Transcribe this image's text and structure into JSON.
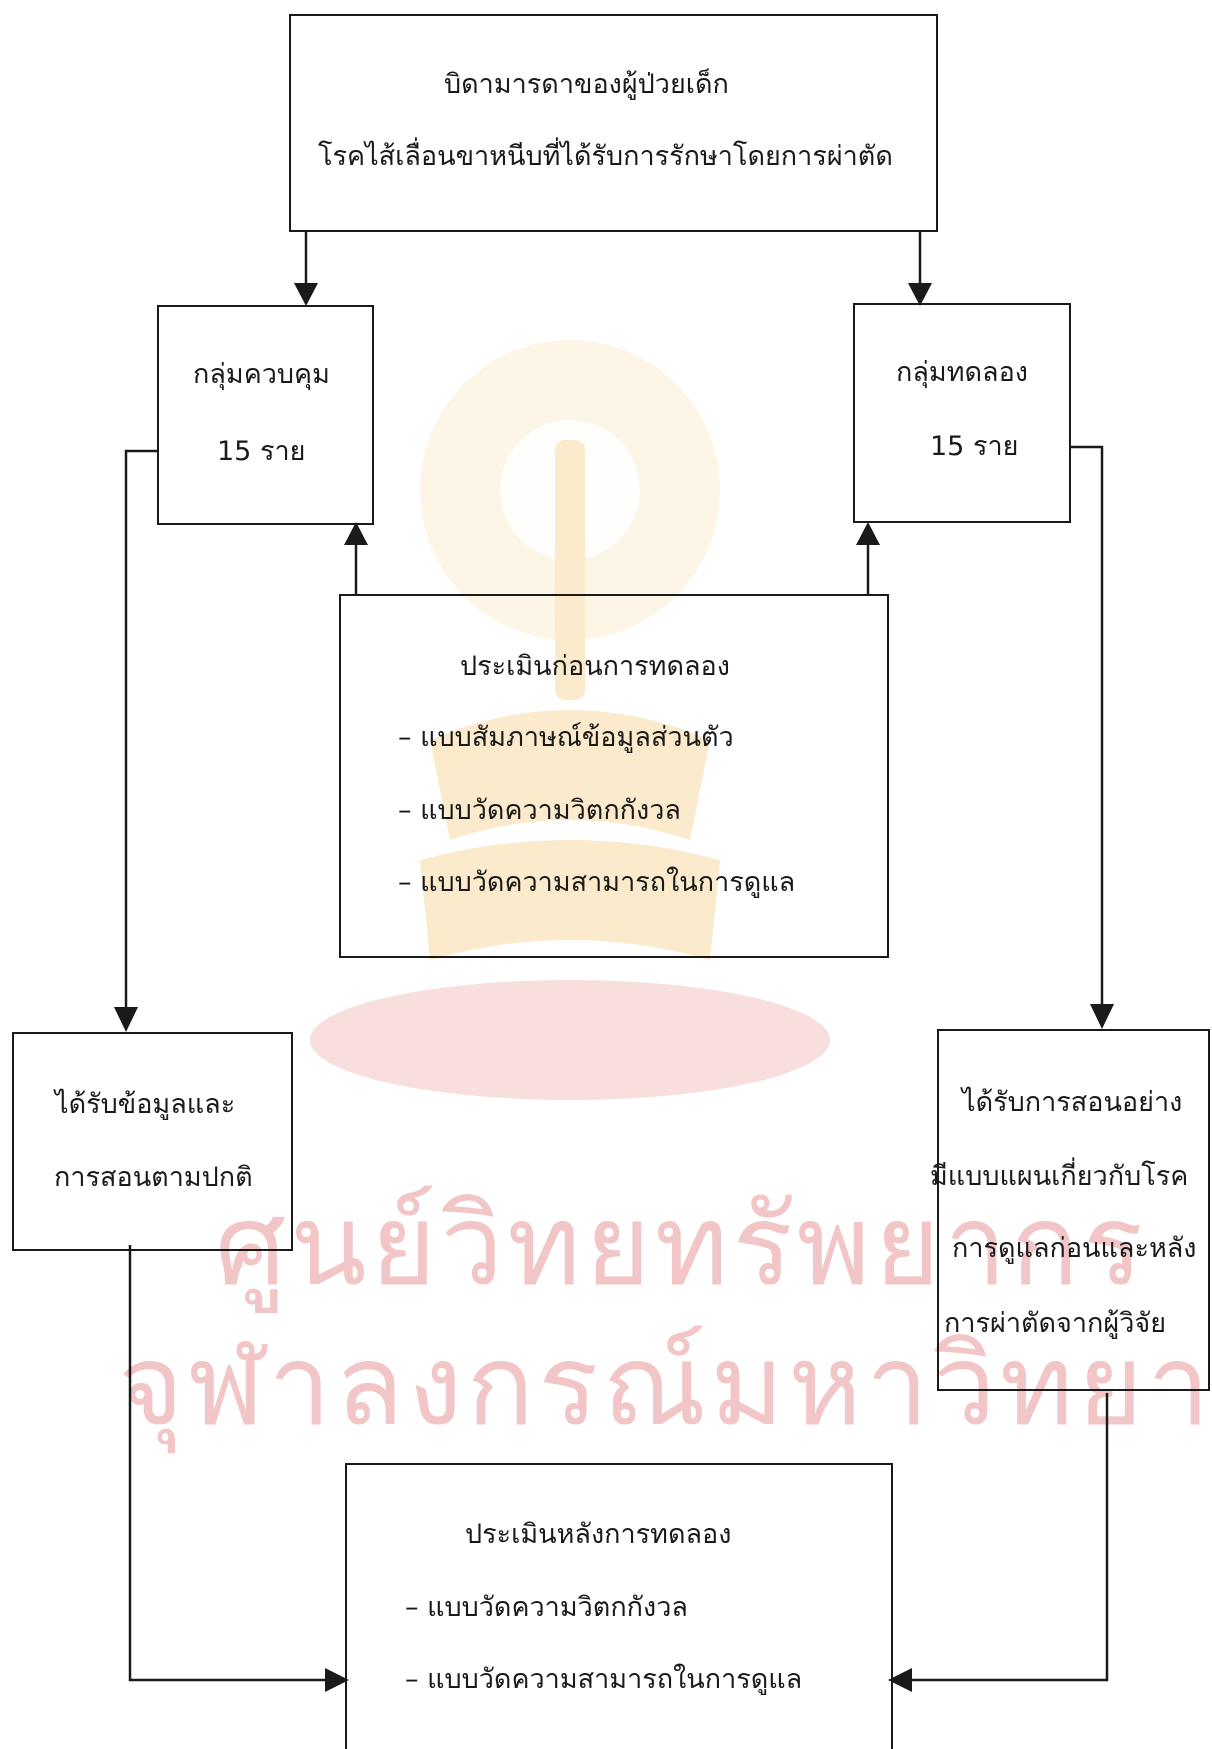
{
  "watermark": {
    "lines": [
      "ศูนย์วิทยทรัพยากร",
      "จุฬาลงกรณ์มหาวิทยาลัย"
    ],
    "color": "#f2c6c6",
    "emblem_color": "#f7d9a0"
  },
  "top_box": {
    "line1": "บิดามารดาของผู้ป่วยเด็ก",
    "line2": "โรคไส้เลื่อนขาหนีบที่ได้รับการรักษาโดยการผ่าตัด"
  },
  "control_group": {
    "title": "กลุ่มควบคุม",
    "count": "15  ราย"
  },
  "experimental_group": {
    "title": "กลุ่มทดลอง",
    "count": "15  ราย"
  },
  "pre_test": {
    "title": "ประเมินก่อนการทดลอง",
    "items": [
      "–  แบบสัมภาษณ์ข้อมูลส่วนตัว",
      "–  แบบวัดความวิตกกังวล",
      "–  แบบวัดความสามารถในการดูแล"
    ]
  },
  "control_treatment": {
    "line1": "ได้รับข้อมูลและ",
    "line2": "การสอนตามปกติ"
  },
  "experimental_treatment": {
    "line1": "ได้รับการสอนอย่าง",
    "line2": "มีแบบแผนเกี่ยวกับโรค",
    "line3": "การดูแลก่อนและหลัง",
    "line4": "การผ่าตัดจากผู้วิจัย"
  },
  "post_test": {
    "title": "ประเมินหลังการทดลอง",
    "items": [
      "–  แบบวัดความวิตกกังวล",
      "–  แบบวัดความสามารถในการดูแล"
    ]
  }
}
